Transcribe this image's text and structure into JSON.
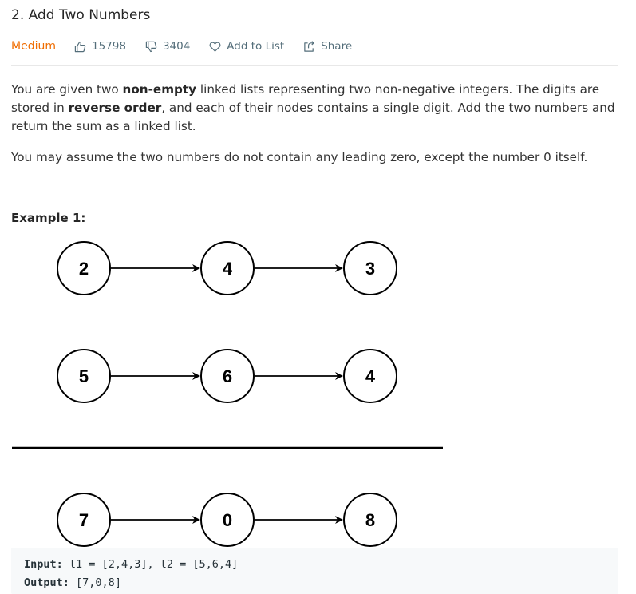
{
  "problem": {
    "title": "2. Add Two Numbers",
    "difficulty": "Medium",
    "difficulty_color": "#ef6c00",
    "likes": "15798",
    "dislikes": "3404",
    "add_to_list_label": "Add to List",
    "share_label": "Share"
  },
  "description": {
    "p1_a": "You are given two ",
    "p1_b": "non-empty",
    "p1_c": " linked lists representing two non-negative integers. The digits are stored in ",
    "p1_d": "reverse order",
    "p1_e": ", and each of their nodes contains a single digit. Add the two numbers and return the sum as a linked list.",
    "p2": "You may assume the two numbers do not contain any leading zero, except the number 0 itself."
  },
  "example": {
    "heading": "Example 1:",
    "list1": [
      "2",
      "4",
      "3"
    ],
    "list2": [
      "5",
      "6",
      "4"
    ],
    "result": [
      "7",
      "0",
      "8"
    ],
    "input_label": "Input:",
    "input_value": "l1 = [2,4,3], l2 = [5,6,4]",
    "output_label": "Output:",
    "output_value": "[7,0,8]"
  },
  "icons": {
    "like": "thumbs-up-icon",
    "dislike": "thumbs-down-icon",
    "add_to_list": "heart-icon",
    "share": "share-icon"
  }
}
